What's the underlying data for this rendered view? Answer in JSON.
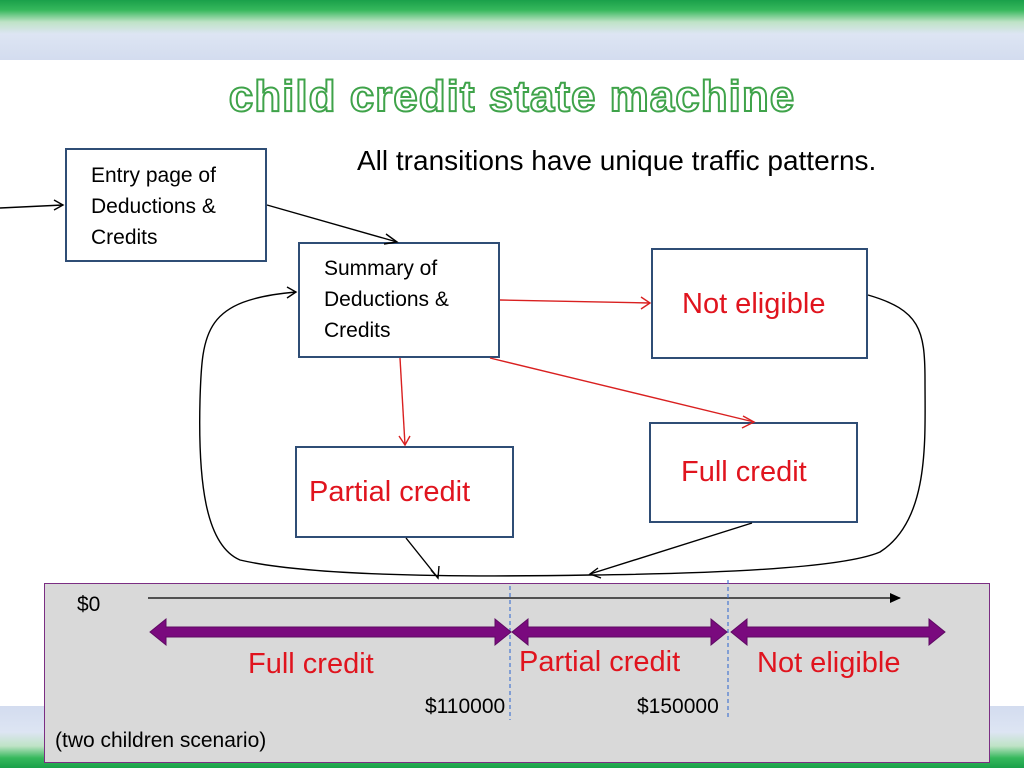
{
  "title": "child credit state machine",
  "note": "All transitions have unique traffic patterns.",
  "states": {
    "entry": [
      "Entry page of",
      "Deductions &",
      "Credits"
    ],
    "summary": [
      "Summary of",
      "Deductions &",
      "Credits"
    ],
    "not_eligible": "Not eligible",
    "partial": "Partial credit",
    "full": "Full credit"
  },
  "scale": {
    "start_label": "$0",
    "segments": [
      "Full credit",
      "Partial credit",
      "Not eligible"
    ],
    "thresholds": [
      "$110000",
      "$150000"
    ],
    "scenario": "(two children scenario)"
  },
  "colors": {
    "box_border": "#2f4d75",
    "red_text": "#e0141e",
    "red_arrow": "#d92020",
    "purple_arrow": "#7a0a7e",
    "panel_bg": "#d9d9d9",
    "title_outline": "#3fa34a"
  }
}
